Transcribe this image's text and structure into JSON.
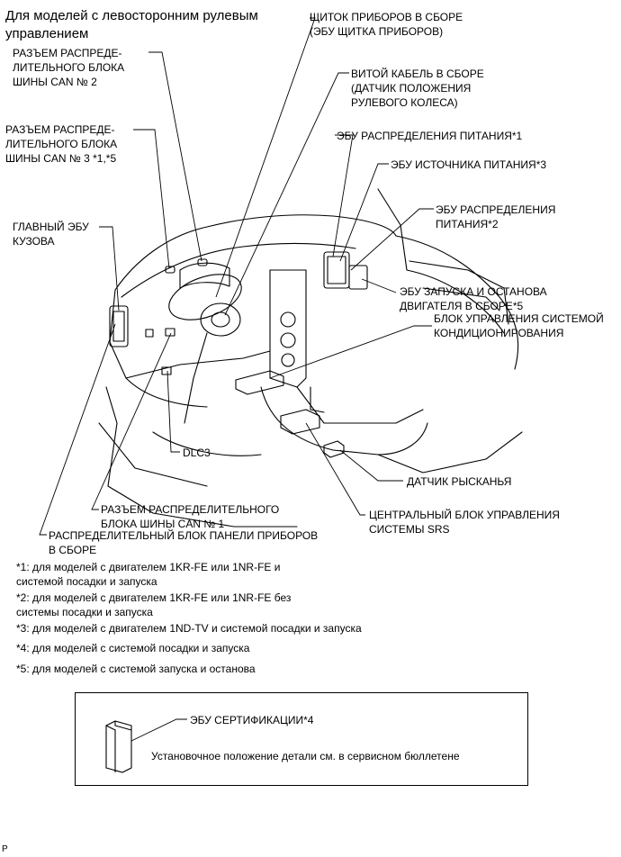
{
  "title": "Для моделей с левосторонним рулевым\nуправлением",
  "labels": {
    "shield": "ЩИТОК ПРИБОРОВ В СБОРЕ\n(ЭБУ ЩИТКА ПРИБОРОВ)",
    "can2": "РАЗЪЕМ РАСПРЕДЕ-\nЛИТЕЛЬНОГО БЛОКА\nШИНЫ CAN № 2",
    "spiral": "ВИТОЙ КАБЕЛЬ В СБОРЕ\n(ДАТЧИК ПОЛОЖЕНИЯ\nРУЛЕВОГО КОЛЕСА)",
    "can3": "РАЗЪЕМ РАСПРЕДЕ-\nЛИТЕЛЬНОГО БЛОКА\nШИНЫ CAN № 3 *1,*5",
    "power_dist1": "ЭБУ РАСПРЕДЕЛЕНИЯ ПИТАНИЯ*1",
    "power_source3": "ЭБУ ИСТОЧНИКА ПИТАНИЯ*3",
    "main_body": "ГЛАВНЫЙ ЭБУ\nКУЗОВА",
    "power_dist2": "ЭБУ РАСПРЕДЕЛЕНИЯ\nПИТАНИЯ*2",
    "stop_start": "ЭБУ ЗАПУСКА И ОСТАНОВА\nДВИГАТЕЛЯ В СБОРЕ*5",
    "ac": "БЛОК УПРАВЛЕНИЯ СИСТЕМОЙ\nКОНДИЦИОНИРОВАНИЯ",
    "dlc3": "DLC3",
    "yaw": "ДАТЧИК РЫСКАНЬЯ",
    "can1": "РАЗЪЕМ РАСПРЕДЕЛИТЕЛЬНОГО\nБЛОКА ШИНЫ CAN № 1",
    "srs": "ЦЕНТРАЛЬНЫЙ БЛОК УПРАВЛЕНИЯ\nСИСТЕМЫ SRS",
    "panel_block": "РАСПРЕДЕЛИТЕЛЬНЫЙ БЛОК ПАНЕЛИ ПРИБОРОВ\nВ СБОРЕ"
  },
  "notes": [
    "*1: для моделей с двигателем 1KR-FE или 1NR-FE и\nсистемой посадки и запуска",
    "*2: для моделей с двигателем 1KR-FE или 1NR-FE без\nсистемы посадки и запуска",
    "*3: для моделей с двигателем 1ND-TV и системой посадки и запуска",
    "*4: для моделей с системой посадки и запуска",
    "*5: для моделей с системой запуска и останова"
  ],
  "box": {
    "label": "ЭБУ СЕРТИФИКАЦИИ*4",
    "text": "Установочное положение детали см. в сервисном бюллетене"
  },
  "footer": "P"
}
